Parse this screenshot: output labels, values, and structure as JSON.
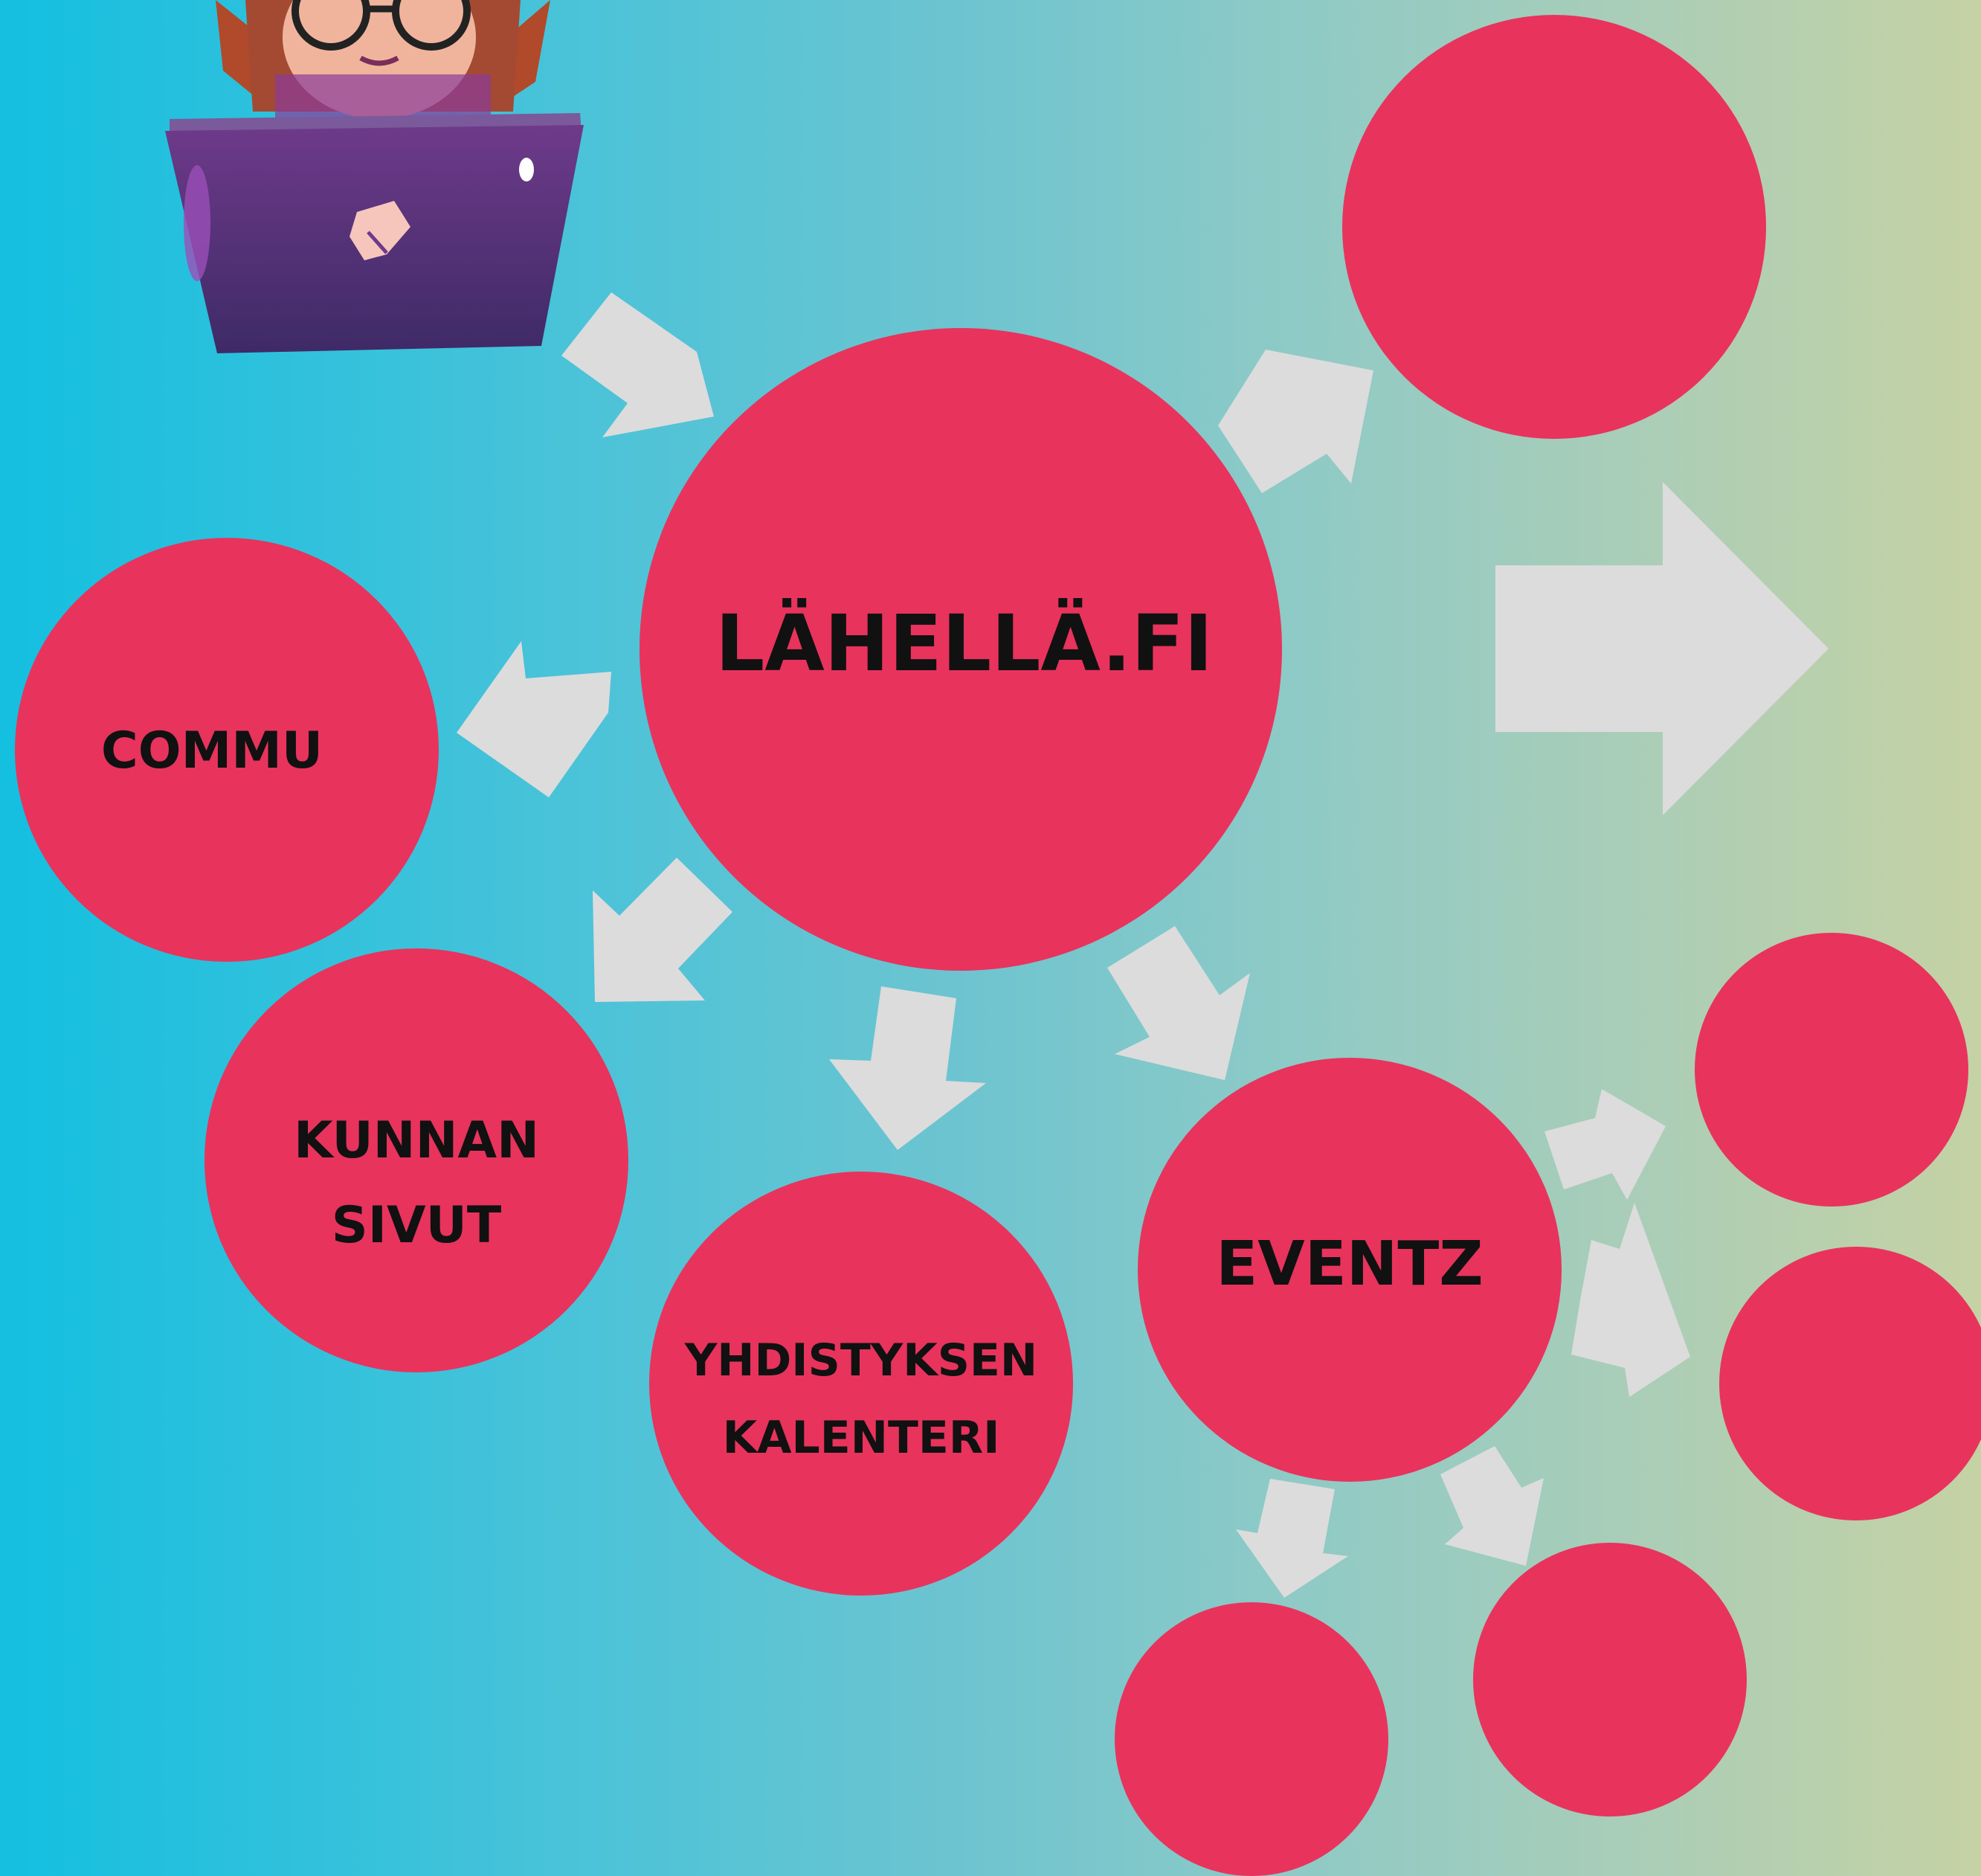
{
  "diagram": {
    "colors": {
      "node_fill": "#e8335d",
      "arrow_fill": "#dcdcdc",
      "label_color": "#111111",
      "background_left": "#14bfe0",
      "background_right": "#c5d2a4"
    },
    "illustration": {
      "icon": "woman-with-laptop-icon"
    },
    "nodes": {
      "center": {
        "label": "LÄHELLÄ.FI"
      },
      "commu": {
        "label": "COMMU"
      },
      "kunnan_sivut": {
        "line1": "KUNNAN",
        "line2": "SIVUT"
      },
      "yhdistyksen_kalenteri": {
        "line1": "YHDISTYKSEN",
        "line2": "KALENTERI"
      },
      "eventz": {
        "label": "EVENTZ"
      },
      "unlabeled_count": 5
    }
  }
}
